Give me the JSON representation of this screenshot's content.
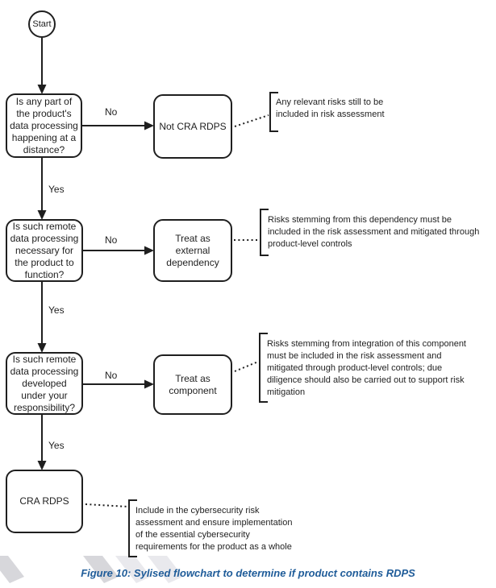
{
  "figure": {
    "start_label": "Start",
    "yes_label": "Yes",
    "no_label": "No",
    "decisions": [
      {
        "lines": [
          "Is any part of",
          "the product's",
          "data processing",
          "happening at a",
          "distance?"
        ]
      },
      {
        "lines": [
          "Is such remote",
          "data processing",
          "necessary for",
          "the product to",
          "function?"
        ]
      },
      {
        "lines": [
          "Is such remote",
          "data processing",
          "developed",
          "under your",
          "responsibility?"
        ]
      }
    ],
    "outcomes": [
      {
        "lines": [
          "Not CRA RDPS"
        ],
        "note_lines": [
          "Any relevant risks still to be",
          "included in risk assessment"
        ]
      },
      {
        "lines": [
          "Treat as",
          "external",
          "dependency"
        ],
        "note_lines": [
          "Risks stemming from this dependency must be",
          "included in the risk assessment and mitigated through",
          "product-level controls"
        ]
      },
      {
        "lines": [
          "Treat as",
          "component"
        ],
        "note_lines": [
          "Risks stemming from integration of this component",
          "must be included in the risk assessment and",
          "mitigated through product-level controls; due",
          "diligence should also be carried out to support risk",
          "mitigation"
        ]
      },
      {
        "lines": [
          "CRA RDPS"
        ],
        "note_lines": [
          "Include in the cybersecurity risk",
          "assessment and ensure implementation",
          "of the essential cybersecurity",
          "requirements for the product as a whole"
        ]
      }
    ],
    "caption": "Figure 10: Sylised flowchart to determine if product contains RDPS",
    "colors": {
      "line": "#1f1f1f",
      "caption": "#1F5C99",
      "watermark_dark": "#d7d7db",
      "watermark_light": "#e9e9ed"
    }
  }
}
